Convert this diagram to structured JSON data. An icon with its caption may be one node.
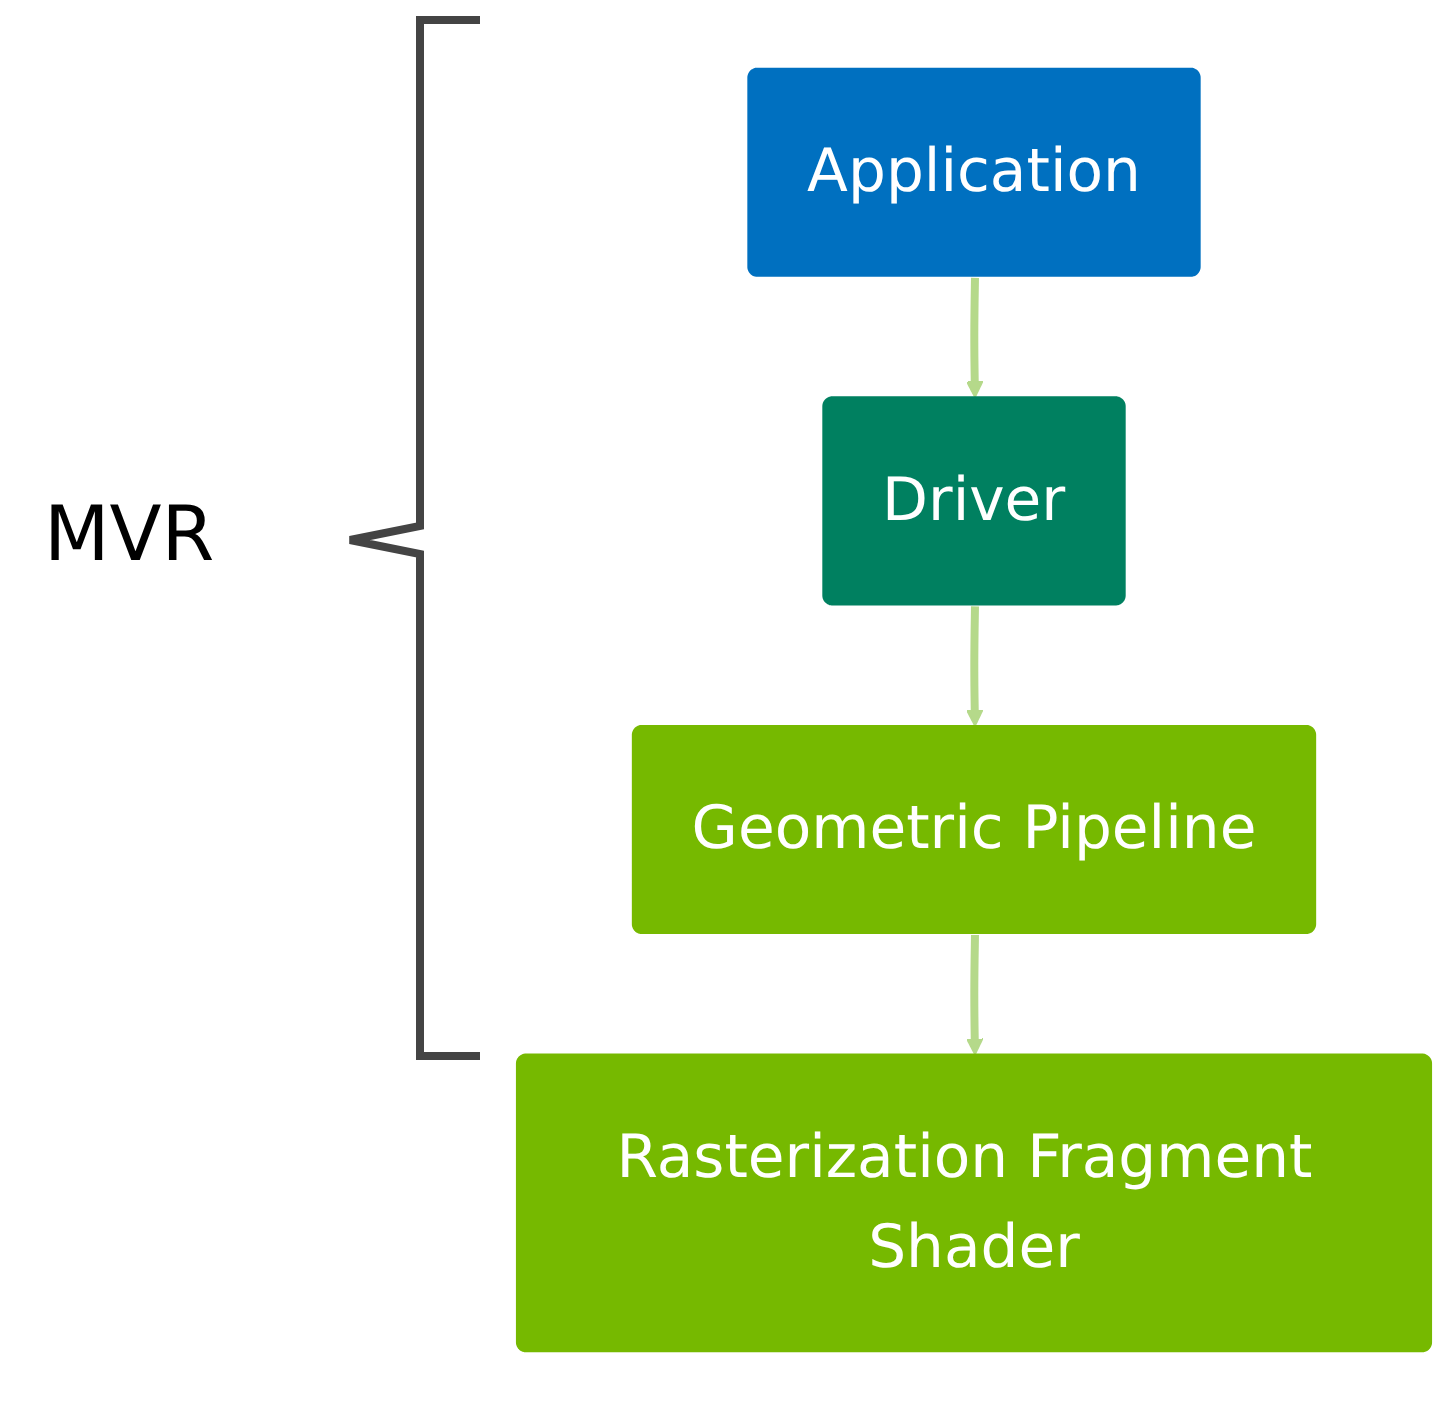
{
  "diagram": {
    "nodes": [
      {
        "text": [
          "Application"
        ]
      },
      {
        "text": [
          "Driver"
        ]
      },
      {
        "text": [
          "Geometric Pipeline"
        ]
      },
      {
        "text": [
          "Rasterization Fragment Shader"
        ]
      }
    ],
    "edges": [
      {
        "from": 0,
        "to": 1,
        "arrow": "to"
      },
      {
        "from": 1,
        "to": 2,
        "arrow": "to"
      },
      {
        "from": 2,
        "to": 3,
        "arrow": "to"
      }
    ],
    "labels": [
      "MVR"
    ]
  }
}
